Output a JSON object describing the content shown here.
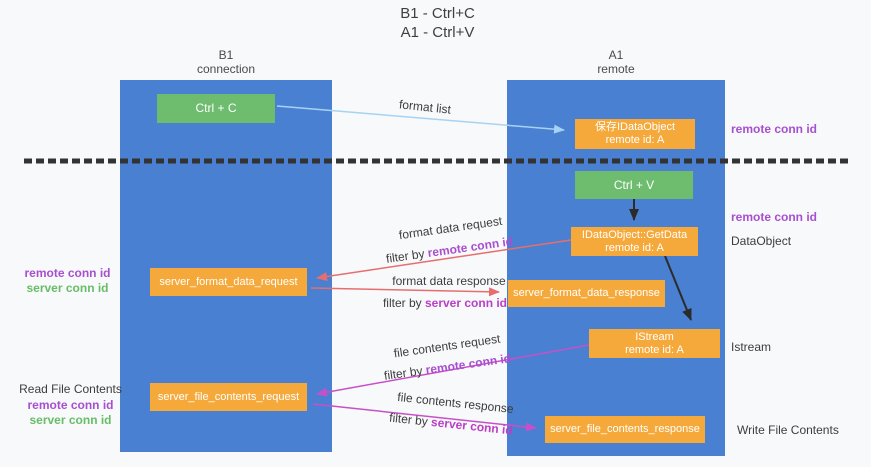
{
  "title": {
    "line1": "B1 - Ctrl+C",
    "line2": "A1 - Ctrl+V"
  },
  "columns": {
    "b1": {
      "title": "B1",
      "subtitle": "connection"
    },
    "a1": {
      "title": "A1",
      "subtitle": "remote"
    }
  },
  "boxes": {
    "ctrl_c": {
      "label": "Ctrl + C"
    },
    "save_idataobject": {
      "line1": "保存IDataObject",
      "line2": "remote id: A"
    },
    "ctrl_v": {
      "label": "Ctrl + V"
    },
    "getdata": {
      "line1": "IDataObject::GetData",
      "line2": "remote id: A"
    },
    "server_format_data_request": {
      "label": "server_format_data_request"
    },
    "server_format_data_response": {
      "label": "server_format_data_response"
    },
    "istream": {
      "line1": "IStream",
      "line2": "remote id: A"
    },
    "server_file_contents_request": {
      "label": "server_file_contents_request"
    },
    "server_file_contents_response": {
      "label": "server_file_contents_response"
    }
  },
  "arrows": {
    "format_list": {
      "label": "format list"
    },
    "format_data_request": {
      "label": "format data request",
      "filter_prefix": "filter by ",
      "filter_key": "remote conn id"
    },
    "format_data_response": {
      "label": "format data response",
      "filter_prefix": "filter by ",
      "filter_key": "server conn id"
    },
    "file_contents_request": {
      "label": "file contents request",
      "filter_prefix": "filter by ",
      "filter_key": "remote conn id"
    },
    "file_contents_response": {
      "label": "file contents response",
      "filter_prefix": "filter by ",
      "filter_key": "server conn id"
    }
  },
  "side_labels": {
    "left_remote_conn_id_1": "remote conn id",
    "left_server_conn_id_1": "server conn id",
    "read_file_contents": "Read File Contents",
    "left_remote_conn_id_2": "remote conn id",
    "left_server_conn_id_2": "server conn id",
    "right_remote_conn_id_1": "remote conn id",
    "right_remote_conn_id_2": "remote conn id",
    "dataobject": "DataObject",
    "istream": "Istream",
    "write_file_contents": "Write File Contents"
  },
  "colors": {
    "column_blue": "#4a80d2",
    "box_orange": "#f6a93b",
    "box_green": "#6ebd6f",
    "arrow_red": "#e66e6e",
    "arrow_blue": "#a6d3f3",
    "arrow_magenta": "#c750c9",
    "arrow_black": "#2b2b2b",
    "label_purple": "#a84fd0",
    "label_green": "#67bd68",
    "label_magenta": "#bb3ec7",
    "dashed_line": "#333333"
  }
}
